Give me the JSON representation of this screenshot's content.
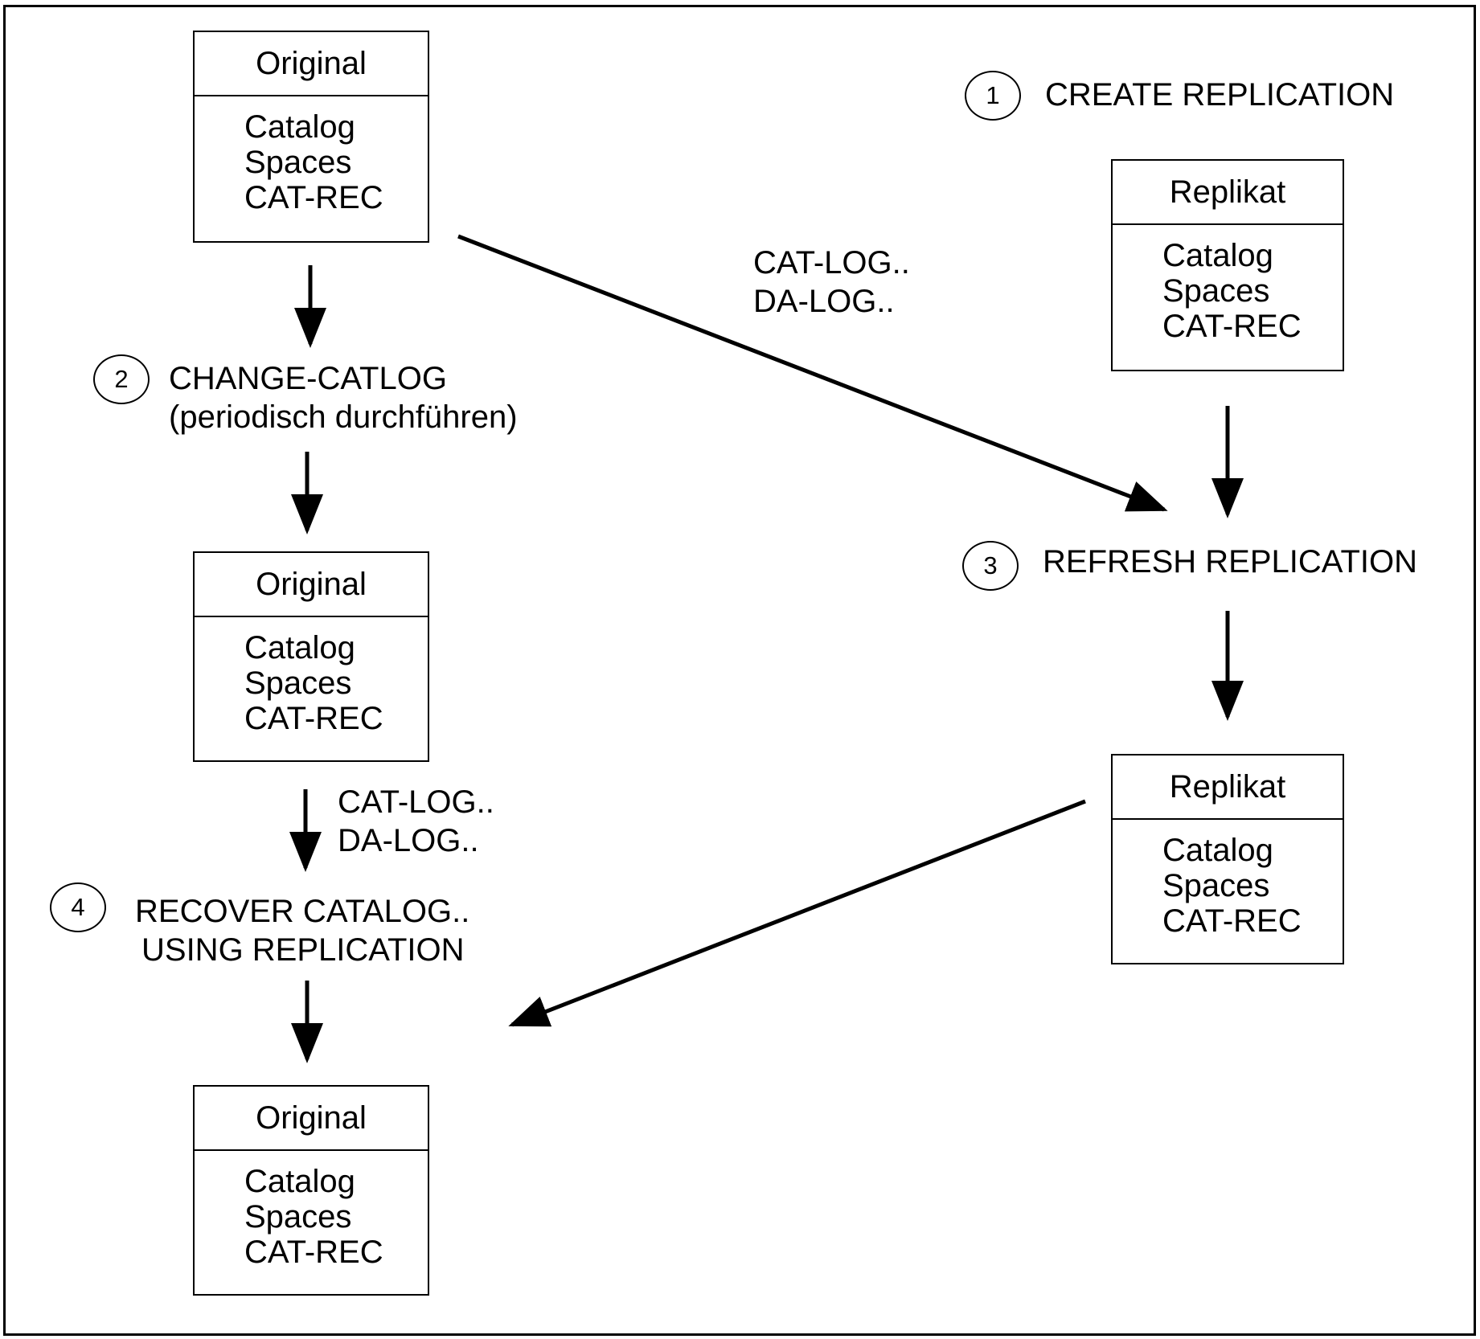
{
  "boxes": {
    "original_1": {
      "title": "Original",
      "lines": [
        "Catalog",
        "Spaces",
        "CAT-REC"
      ]
    },
    "original_2": {
      "title": "Original",
      "lines": [
        "Catalog",
        "Spaces",
        "CAT-REC"
      ]
    },
    "original_3": {
      "title": "Original",
      "lines": [
        "Catalog",
        "Spaces",
        "CAT-REC"
      ]
    },
    "replikat_1": {
      "title": "Replikat",
      "lines": [
        "Catalog",
        "Spaces",
        "CAT-REC"
      ]
    },
    "replikat_2": {
      "title": "Replikat",
      "lines": [
        "Catalog",
        "Spaces",
        "CAT-REC"
      ]
    }
  },
  "steps": {
    "step1": {
      "number": "1",
      "lines": [
        "CREATE REPLICATION"
      ]
    },
    "step2": {
      "number": "2",
      "lines": [
        "CHANGE-CATLOG",
        "(periodisch durchführen)"
      ]
    },
    "step3": {
      "number": "3",
      "lines": [
        "REFRESH REPLICATION"
      ]
    },
    "step4": {
      "number": "4",
      "lines": [
        "RECOVER CATALOG..",
        "USING REPLICATION"
      ]
    }
  },
  "logs": {
    "diagonal": [
      "CAT-LOG..",
      "DA-LOG.."
    ],
    "vertical": [
      "CAT-LOG..",
      "DA-LOG.."
    ]
  }
}
